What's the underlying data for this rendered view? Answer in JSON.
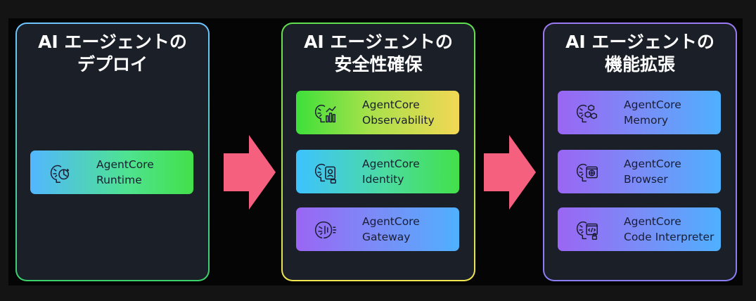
{
  "panels": [
    {
      "title_line1": "AI エージェントの",
      "title_line2": "デプロイ",
      "cards": [
        {
          "line1": "AgentCore",
          "line2": "Runtime",
          "icon": "brain-cycle-icon"
        }
      ]
    },
    {
      "title_line1": "AI エージェントの",
      "title_line2": "安全性確保",
      "cards": [
        {
          "line1": "AgentCore",
          "line2": "Observability",
          "icon": "brain-chart-icon"
        },
        {
          "line1": "AgentCore",
          "line2": "Identity",
          "icon": "brain-id-icon"
        },
        {
          "line1": "AgentCore",
          "line2": "Gateway",
          "icon": "brain-gateway-icon"
        }
      ]
    },
    {
      "title_line1": "AI エージェントの",
      "title_line2": "機能拡張",
      "cards": [
        {
          "line1": "AgentCore",
          "line2": "Memory",
          "icon": "brain-memory-icon"
        },
        {
          "line1": "AgentCore",
          "line2": "Browser",
          "icon": "brain-browser-icon"
        },
        {
          "line1": "AgentCore",
          "line2": "Code Interpreter",
          "icon": "brain-code-icon"
        }
      ]
    }
  ],
  "colors": {
    "arrow": "#f5607e",
    "panel_bg": "#1b1f27",
    "stage_bg": "#050505"
  }
}
